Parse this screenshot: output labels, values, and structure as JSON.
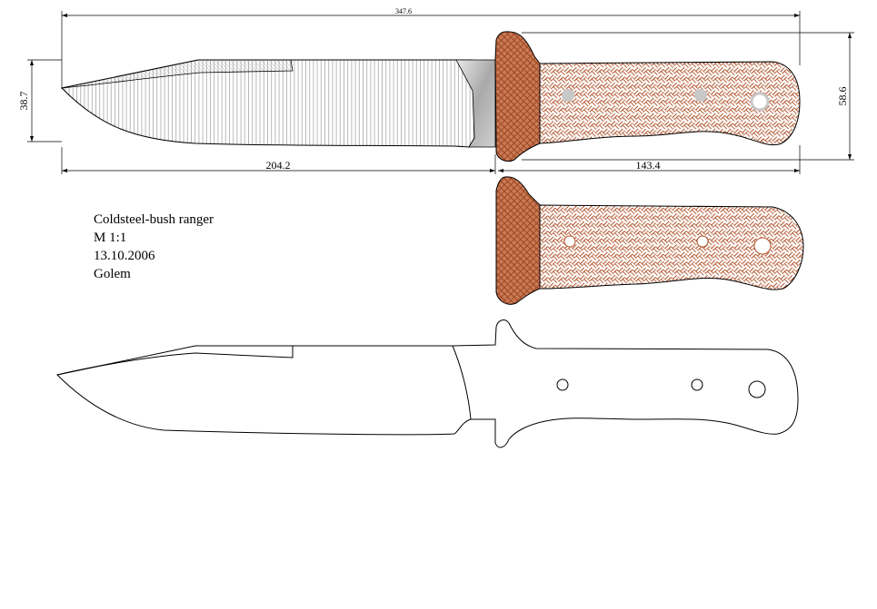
{
  "title_block": {
    "name": "Coldsteel-bush ranger",
    "scale": "M 1:1",
    "date": "13.10.2006",
    "author": "Golem"
  },
  "dimensions": {
    "overall_length": "347.6",
    "blade_length": "204.2",
    "handle_length": "143.4",
    "blade_height": "38.7",
    "handle_height": "58.6"
  },
  "colors": {
    "handle_texture": "#b0522a",
    "hatch": "#7a7a7a",
    "line": "#000000",
    "pin": "#c8c8c8"
  }
}
